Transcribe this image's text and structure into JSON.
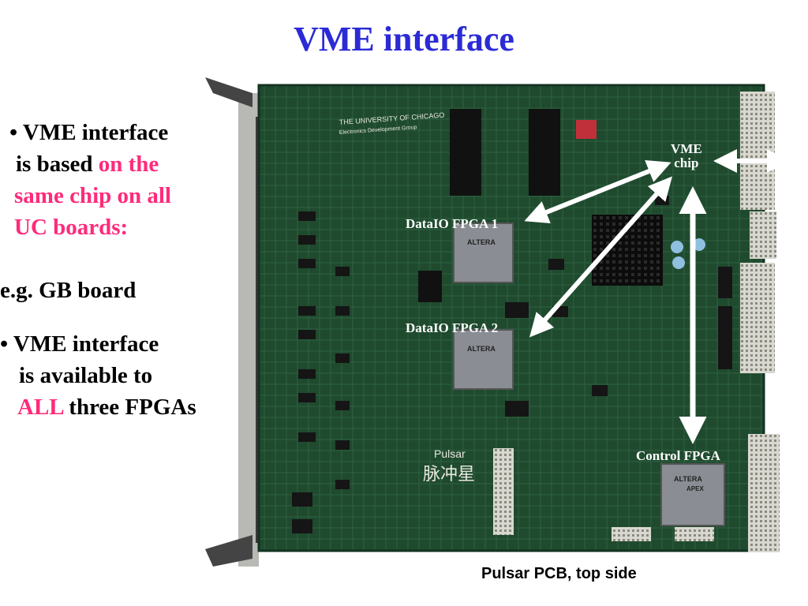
{
  "title": "VME interface",
  "bullets": {
    "b1_line1": "• VME interface",
    "b1_line2_a": "is based ",
    "b1_line2_b": "on the",
    "b1_line3": "same chip on all",
    "b1_line4": "UC boards:",
    "example": "e.g. GB board",
    "b2_line1": "• VME interface",
    "b2_line2": "is available to",
    "b2_line3_a": "ALL",
    "b2_line3_b": " three FPGAs"
  },
  "labels": {
    "vme_chip_line1": "VME",
    "vme_chip_line2": "chip",
    "dataio1": "DataIO FPGA 1",
    "dataio2": "DataIO FPGA 2",
    "control": "Control FPGA"
  },
  "board_text": {
    "university": "THE UNIVERSITY OF CHICAGO",
    "group": "Electronics Development Group",
    "pulsar": "Pulsar",
    "pulsar_cn": "脉冲星",
    "altera": "ALTERA",
    "apex": "APEX"
  },
  "caption": "Pulsar PCB, top side",
  "colors": {
    "title": "#2b2bd6",
    "highlight": "#ff2a7a",
    "pcb": "#1f4a2e",
    "arrow": "#ffffff"
  }
}
